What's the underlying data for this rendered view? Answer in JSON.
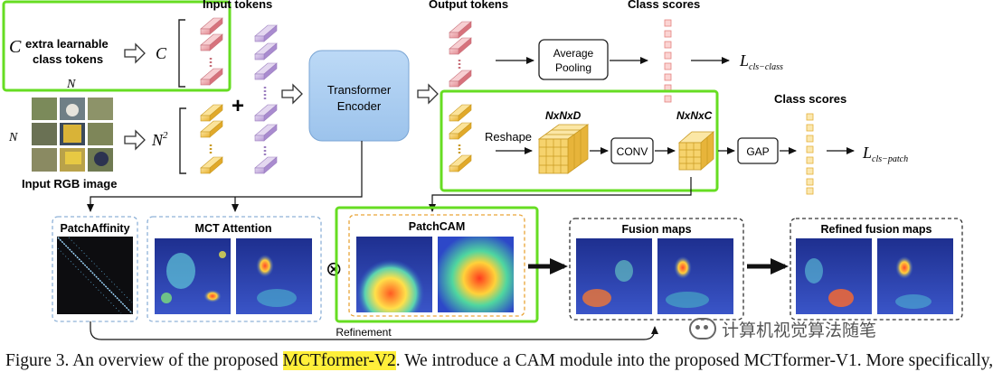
{
  "top": {
    "class_tokens_label": [
      "extra learnable",
      "class tokens"
    ],
    "class_tokens_symbol": "C",
    "class_tokens_output_symbol": "C",
    "input_tokens_title": "Input tokens",
    "output_tokens_title": "Output tokens",
    "class_scores_title_1": "Class scores",
    "class_scores_title_2": "Class scores",
    "image_dim_top": "N",
    "image_dim_left": "N",
    "patch_count": "N",
    "patch_count_exp": "2",
    "input_image_label": "Input RGB image",
    "plus_symbol": "+",
    "transformer_label": [
      "Transformer",
      "Encoder"
    ],
    "average_pooling_label": [
      "Average",
      "Pooling"
    ],
    "loss_class": {
      "base": "L",
      "sub": "cls−class"
    },
    "loss_patch": {
      "base": "L",
      "sub": "cls−patch"
    },
    "reshape_label": "Reshape",
    "dim_nxnxd": "NxNxD",
    "dim_nxnxc": "NxNxC",
    "conv_label": "CONV",
    "gap_label": "GAP"
  },
  "bottom": {
    "patch_affinity_title": "PatchAffinity",
    "mct_attention_title": "MCT Attention",
    "patchcam_title": "PatchCAM",
    "fusion_maps_title": "Fusion maps",
    "refined_fusion_maps_title": "Refined fusion maps",
    "refinement_label": "Refinement",
    "multiply_symbol": "⊗"
  },
  "caption": {
    "prefix": "Figure 3. An overview of the proposed ",
    "highlight": "MCTformer-V2",
    "suffix": ". We introduce a CAM module into the proposed MCTformer-V1. More specifically,"
  },
  "watermark": {
    "text": "计算机视觉算法随笔",
    "icon": "wechat-icon"
  },
  "colors": {
    "highlight_green": "#66dd22",
    "token_red": "#e9a3a8",
    "token_yellow": "#f1c64e",
    "token_purple": "#c7b2dd",
    "transformer_fill": "#aacdf0",
    "dashed_blue": "#8fb2d8",
    "dashed_orange": "#e9a437",
    "dashed_dark": "#333333",
    "score_red": "#f2a3a2",
    "score_yellow": "#f2cd5a"
  }
}
